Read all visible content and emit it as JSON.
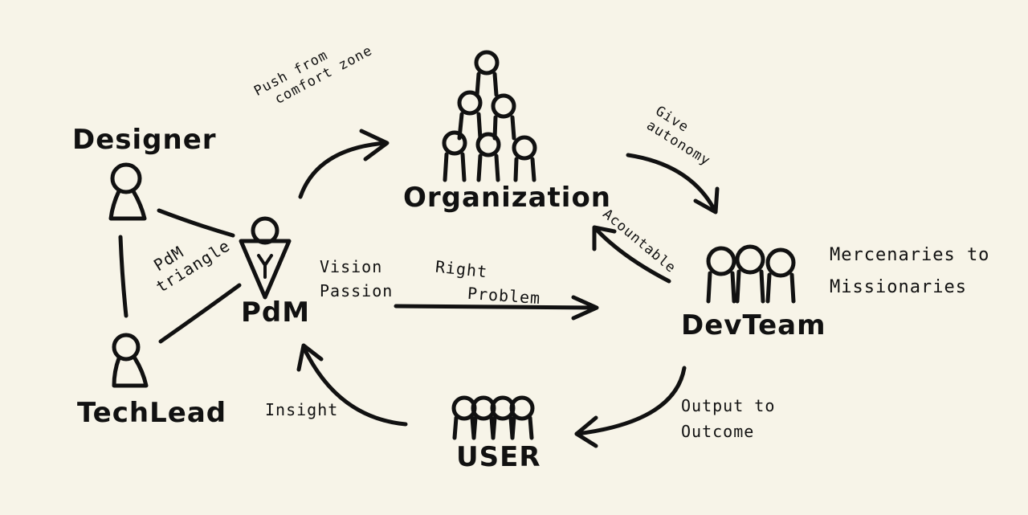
{
  "nodes": {
    "designer": "Designer",
    "tech_lead": "TechLead",
    "pdm": "PdM",
    "organization": "Organization",
    "dev_team": "DevTeam",
    "user": "USER"
  },
  "edges": {
    "push": [
      "Push from",
      "comfort zone"
    ],
    "give": [
      "Give",
      "autonomy"
    ],
    "accountable": "Acountable",
    "right": [
      "Right",
      "Problem"
    ],
    "vision": [
      "Vision",
      "Passion"
    ],
    "output": [
      "Output to",
      "Outcome"
    ],
    "insight": "Insight",
    "triangle": [
      "PdM",
      "triangle"
    ]
  },
  "notes": {
    "mercenaries": [
      "Mercenaries to",
      "Missionaries"
    ]
  }
}
